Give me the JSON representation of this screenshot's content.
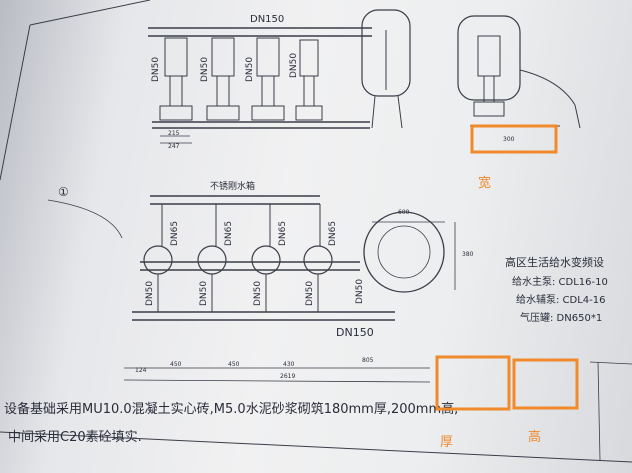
{
  "drawing": {
    "top_header": "DN150",
    "bottom_header": "DN150",
    "vertical_labels": [
      "DN50",
      "DN50",
      "DN50",
      "DN50"
    ],
    "dn65_labels": [
      "DN65",
      "DN65",
      "DN65",
      "DN65"
    ],
    "dn50_low_labels": [
      "DN50",
      "DN50",
      "DN50",
      "DN50",
      "DN50"
    ],
    "tank_label": "不锈刚水箱",
    "top_dims": [
      "215",
      "247"
    ],
    "side_dims": [
      "300"
    ],
    "plan_dims": [
      "124",
      "450",
      "450",
      "430",
      "805",
      "2619"
    ],
    "tank_dims": [
      "600",
      "380"
    ],
    "circle_marker": "①",
    "notes_line1": "设备基础采用MU10.0混凝土实心砖,M5.0水泥砂浆砌筑180mm厚,200mm高,",
    "notes_line2": "中间采用C20素砼填实.",
    "spec_title": "高区生活给水变频设",
    "spec_rows": [
      "给水主泵: CDL16-10",
      "给水辅泵: CDL4-16",
      "气压罐: DN650*1"
    ]
  },
  "annotations": {
    "width_label": "宽",
    "thickness_label": "厚",
    "height_label": "高"
  },
  "colors": {
    "highlight": "#f08a2a",
    "ink": "#2a2c3a"
  }
}
